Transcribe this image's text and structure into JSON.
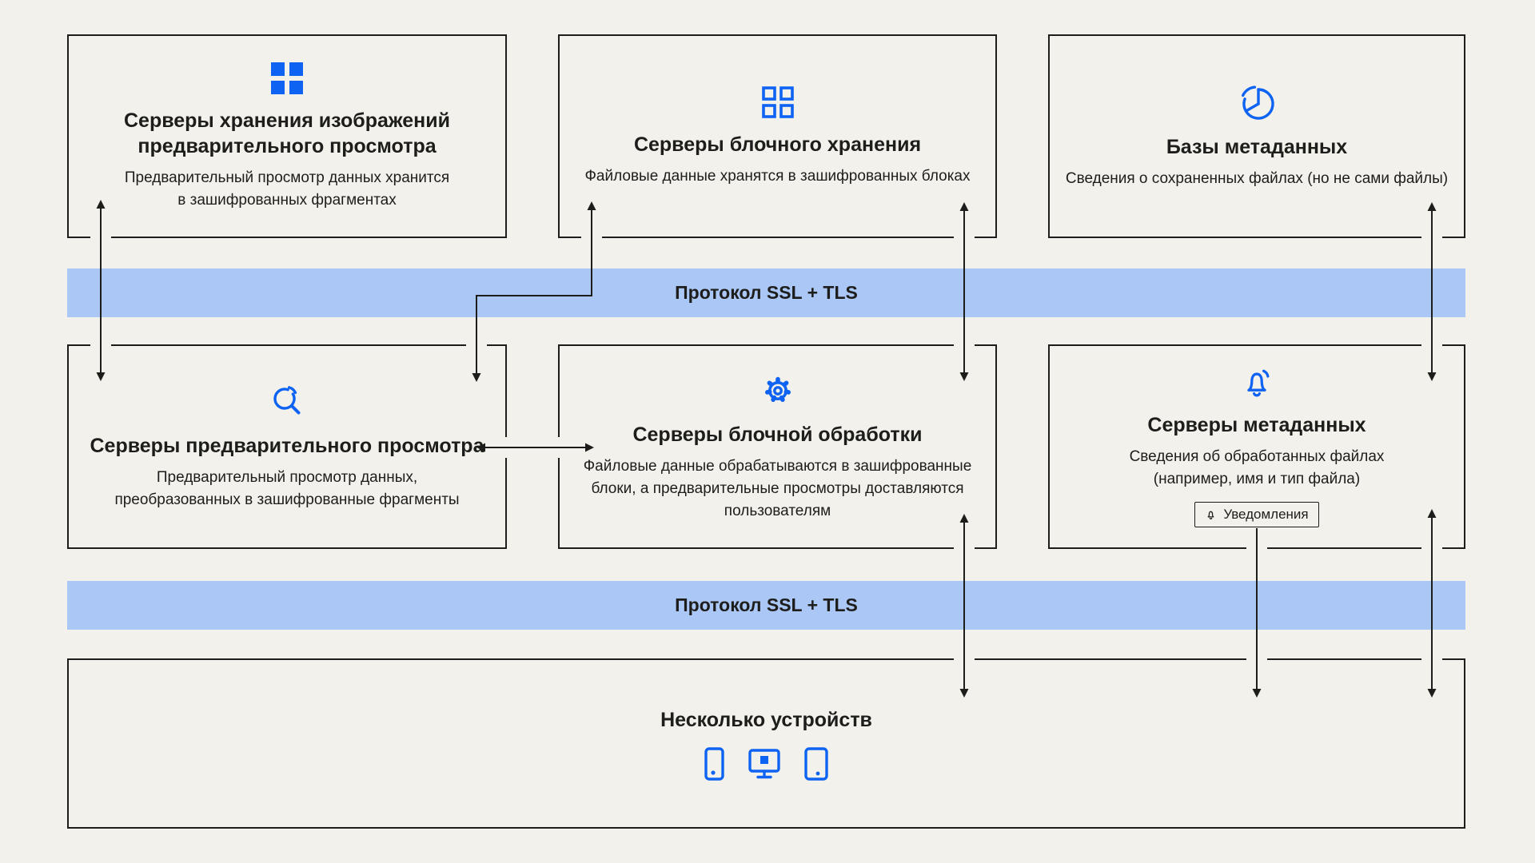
{
  "colors": {
    "background": "#f3f1ec",
    "accent_blue": "#0e63f3",
    "band_blue": "#abc7f6",
    "line": "#1d1d1b"
  },
  "bands": {
    "top": {
      "label": "Протокол SSL + TLS"
    },
    "bottom": {
      "label": "Протокол SSL + TLS"
    }
  },
  "boxes": {
    "preview_storage": {
      "icon": "grid-filled-icon",
      "title": "Серверы хранения изображений\nпредварительного просмотра",
      "body": "Предварительный просмотр данных хранится\nв зашифрованных фрагментах"
    },
    "block_storage": {
      "icon": "grid-outline-icon",
      "title": "Серверы блочного хранения",
      "body": "Файловые данные хранятся в зашифрованных блоках"
    },
    "metadata_db": {
      "icon": "pie-chart-icon",
      "title": "Базы метаданных",
      "body": "Сведения о сохраненных файлах (но не сами файлы)"
    },
    "preview_servers": {
      "icon": "magnifier-icon",
      "title": "Серверы предварительного просмотра",
      "body": "Предварительный просмотр данных,\nпреобразованных в зашифрованные фрагменты"
    },
    "block_processing": {
      "icon": "gear-icon",
      "title": "Серверы блочной обработки",
      "body": "Файловые данные обрабатываются в зашифрованные\nблоки, а предварительные просмотры доставляются\nпользователям"
    },
    "metadata_servers": {
      "icon": "bell-icon",
      "title": "Серверы метаданных",
      "body": "Сведения об обработанных файлах\n(например, имя и тип файла)",
      "button": {
        "icon": "bell-small-icon",
        "label": "Уведомления"
      }
    },
    "devices": {
      "title": "Несколько устройств",
      "icons": [
        "smartphone-icon",
        "monitor-icon",
        "tablet-icon"
      ]
    }
  }
}
